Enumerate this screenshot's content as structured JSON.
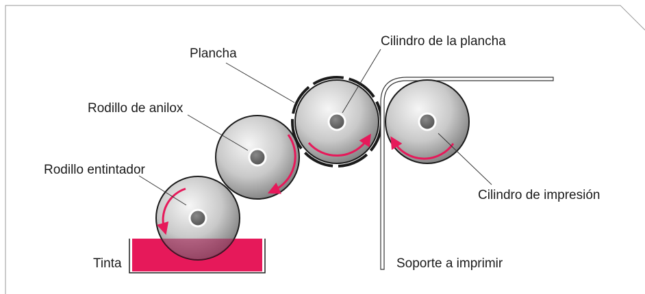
{
  "labels": {
    "plancha": "Plancha",
    "cilindro_plancha": "Cilindro de la plancha",
    "rodillo_anilox": "Rodillo de anilox",
    "rodillo_entintador": "Rodillo entintador",
    "cilindro_impresion": "Cilindro de impresión",
    "tinta": "Tinta",
    "soporte": "Soporte a imprimir"
  },
  "colors": {
    "ink": "#e6195a",
    "arrow": "#e6195a",
    "roller_light": "#f4f4f4",
    "roller_dark": "#8a8a8a",
    "hub": "#6e6e6e",
    "frame": "#9a9a9a"
  },
  "icons": {
    "rotation": "curved-arrow-icon",
    "hub": "axle-hub-icon"
  }
}
